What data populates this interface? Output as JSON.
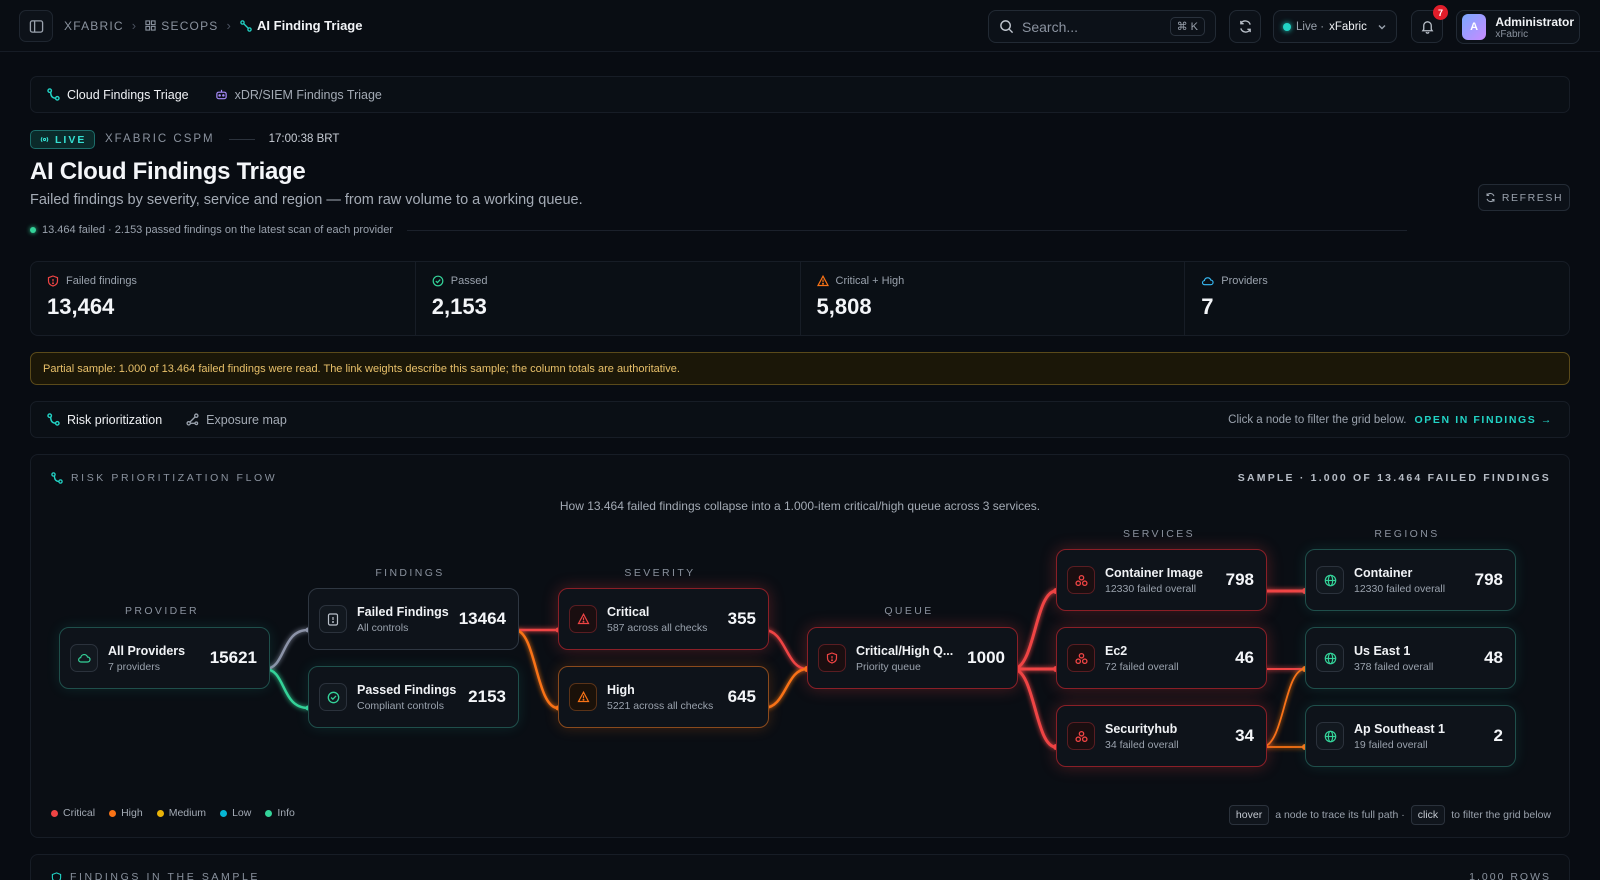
{
  "breadcrumb": {
    "root": "XFABRIC",
    "section": "SECOPS",
    "current": "AI Finding Triage"
  },
  "search": {
    "placeholder": "Search...",
    "shortcut": "⌘ K"
  },
  "live_selector": {
    "status": "Live ·",
    "workspace": "xFabric"
  },
  "notifications": {
    "count": "7"
  },
  "user": {
    "initial": "A",
    "name": "Administrator",
    "org": "xFabric"
  },
  "tabs": [
    {
      "label": "Cloud Findings Triage",
      "active": true
    },
    {
      "label": "xDR/SIEM Findings Triage",
      "active": false
    }
  ],
  "header": {
    "live_badge": "LIVE",
    "source": "XFABRIC CSPM",
    "time": "17:00:38 BRT",
    "title": "AI Cloud Findings Triage",
    "subtitle": "Failed findings by severity, service and region — from raw volume to a working queue.",
    "status": "13.464 failed · 2.153 passed findings on the latest scan of each provider",
    "refresh_label": "REFRESH"
  },
  "stats": [
    {
      "label": "Failed findings",
      "value": "13,464",
      "icon": "shield-alert-icon",
      "color": "#ef4444"
    },
    {
      "label": "Passed",
      "value": "2,153",
      "icon": "check-circle-icon",
      "color": "#34d399"
    },
    {
      "label": "Critical + High",
      "value": "5,808",
      "icon": "warning-triangle-icon",
      "color": "#f97316"
    },
    {
      "label": "Providers",
      "value": "7",
      "icon": "cloud-icon",
      "color": "#38bdf8"
    }
  ],
  "warning": "Partial sample: 1.000 of 13.464 failed findings were read. The link weights describe this sample; the column totals are authoritative.",
  "view_tabs": [
    {
      "label": "Risk prioritization",
      "active": true
    },
    {
      "label": "Exposure map",
      "active": false
    }
  ],
  "view_hint": "Click a node to filter the grid below.",
  "open_in_findings": "OPEN IN FINDINGS →",
  "flow": {
    "heading": "RISK PRIORITIZATION FLOW",
    "sample": "SAMPLE · 1.000 OF 13.464 FAILED FINDINGS",
    "caption": "How 13.464 failed findings collapse into a 1.000-item critical/high queue across 3 services.",
    "columns": {
      "provider": "PROVIDER",
      "findings": "FINDINGS",
      "severity": "SEVERITY",
      "queue": "QUEUE",
      "services": "SERVICES",
      "regions": "REGIONS"
    },
    "nodes": {
      "provider": {
        "name": "All Providers",
        "sub": "7 providers",
        "value": "15621"
      },
      "failed": {
        "name": "Failed Findings",
        "sub": "All controls",
        "value": "13464"
      },
      "passed": {
        "name": "Passed Findings",
        "sub": "Compliant controls",
        "value": "2153"
      },
      "critical": {
        "name": "Critical",
        "sub": "587 across all checks",
        "value": "355"
      },
      "high": {
        "name": "High",
        "sub": "5221 across all checks",
        "value": "645"
      },
      "queue": {
        "name": "Critical/High Q...",
        "sub": "Priority queue",
        "value": "1000"
      },
      "svc1": {
        "name": "Container Image",
        "sub": "12330 failed overall",
        "value": "798"
      },
      "svc2": {
        "name": "Ec2",
        "sub": "72 failed overall",
        "value": "46"
      },
      "svc3": {
        "name": "Securityhub",
        "sub": "34 failed overall",
        "value": "34"
      },
      "reg1": {
        "name": "Container",
        "sub": "12330 failed overall",
        "value": "798"
      },
      "reg2": {
        "name": "Us East 1",
        "sub": "378 failed overall",
        "value": "48"
      },
      "reg3": {
        "name": "Ap Southeast 1",
        "sub": "19 failed overall",
        "value": "2"
      }
    },
    "legend": [
      {
        "label": "Critical",
        "color": "#ef4444"
      },
      {
        "label": "High",
        "color": "#f97316"
      },
      {
        "label": "Medium",
        "color": "#eab308"
      },
      {
        "label": "Low",
        "color": "#06b6d4"
      },
      {
        "label": "Info",
        "color": "#34d399"
      }
    ],
    "hint": {
      "hover_key": "hover",
      "hover_text": "a node to trace its full path ·",
      "click_key": "click",
      "click_text": "to filter the grid below"
    }
  },
  "grid": {
    "heading": "FINDINGS IN THE SAMPLE",
    "rows": "1.000 ROWS"
  }
}
